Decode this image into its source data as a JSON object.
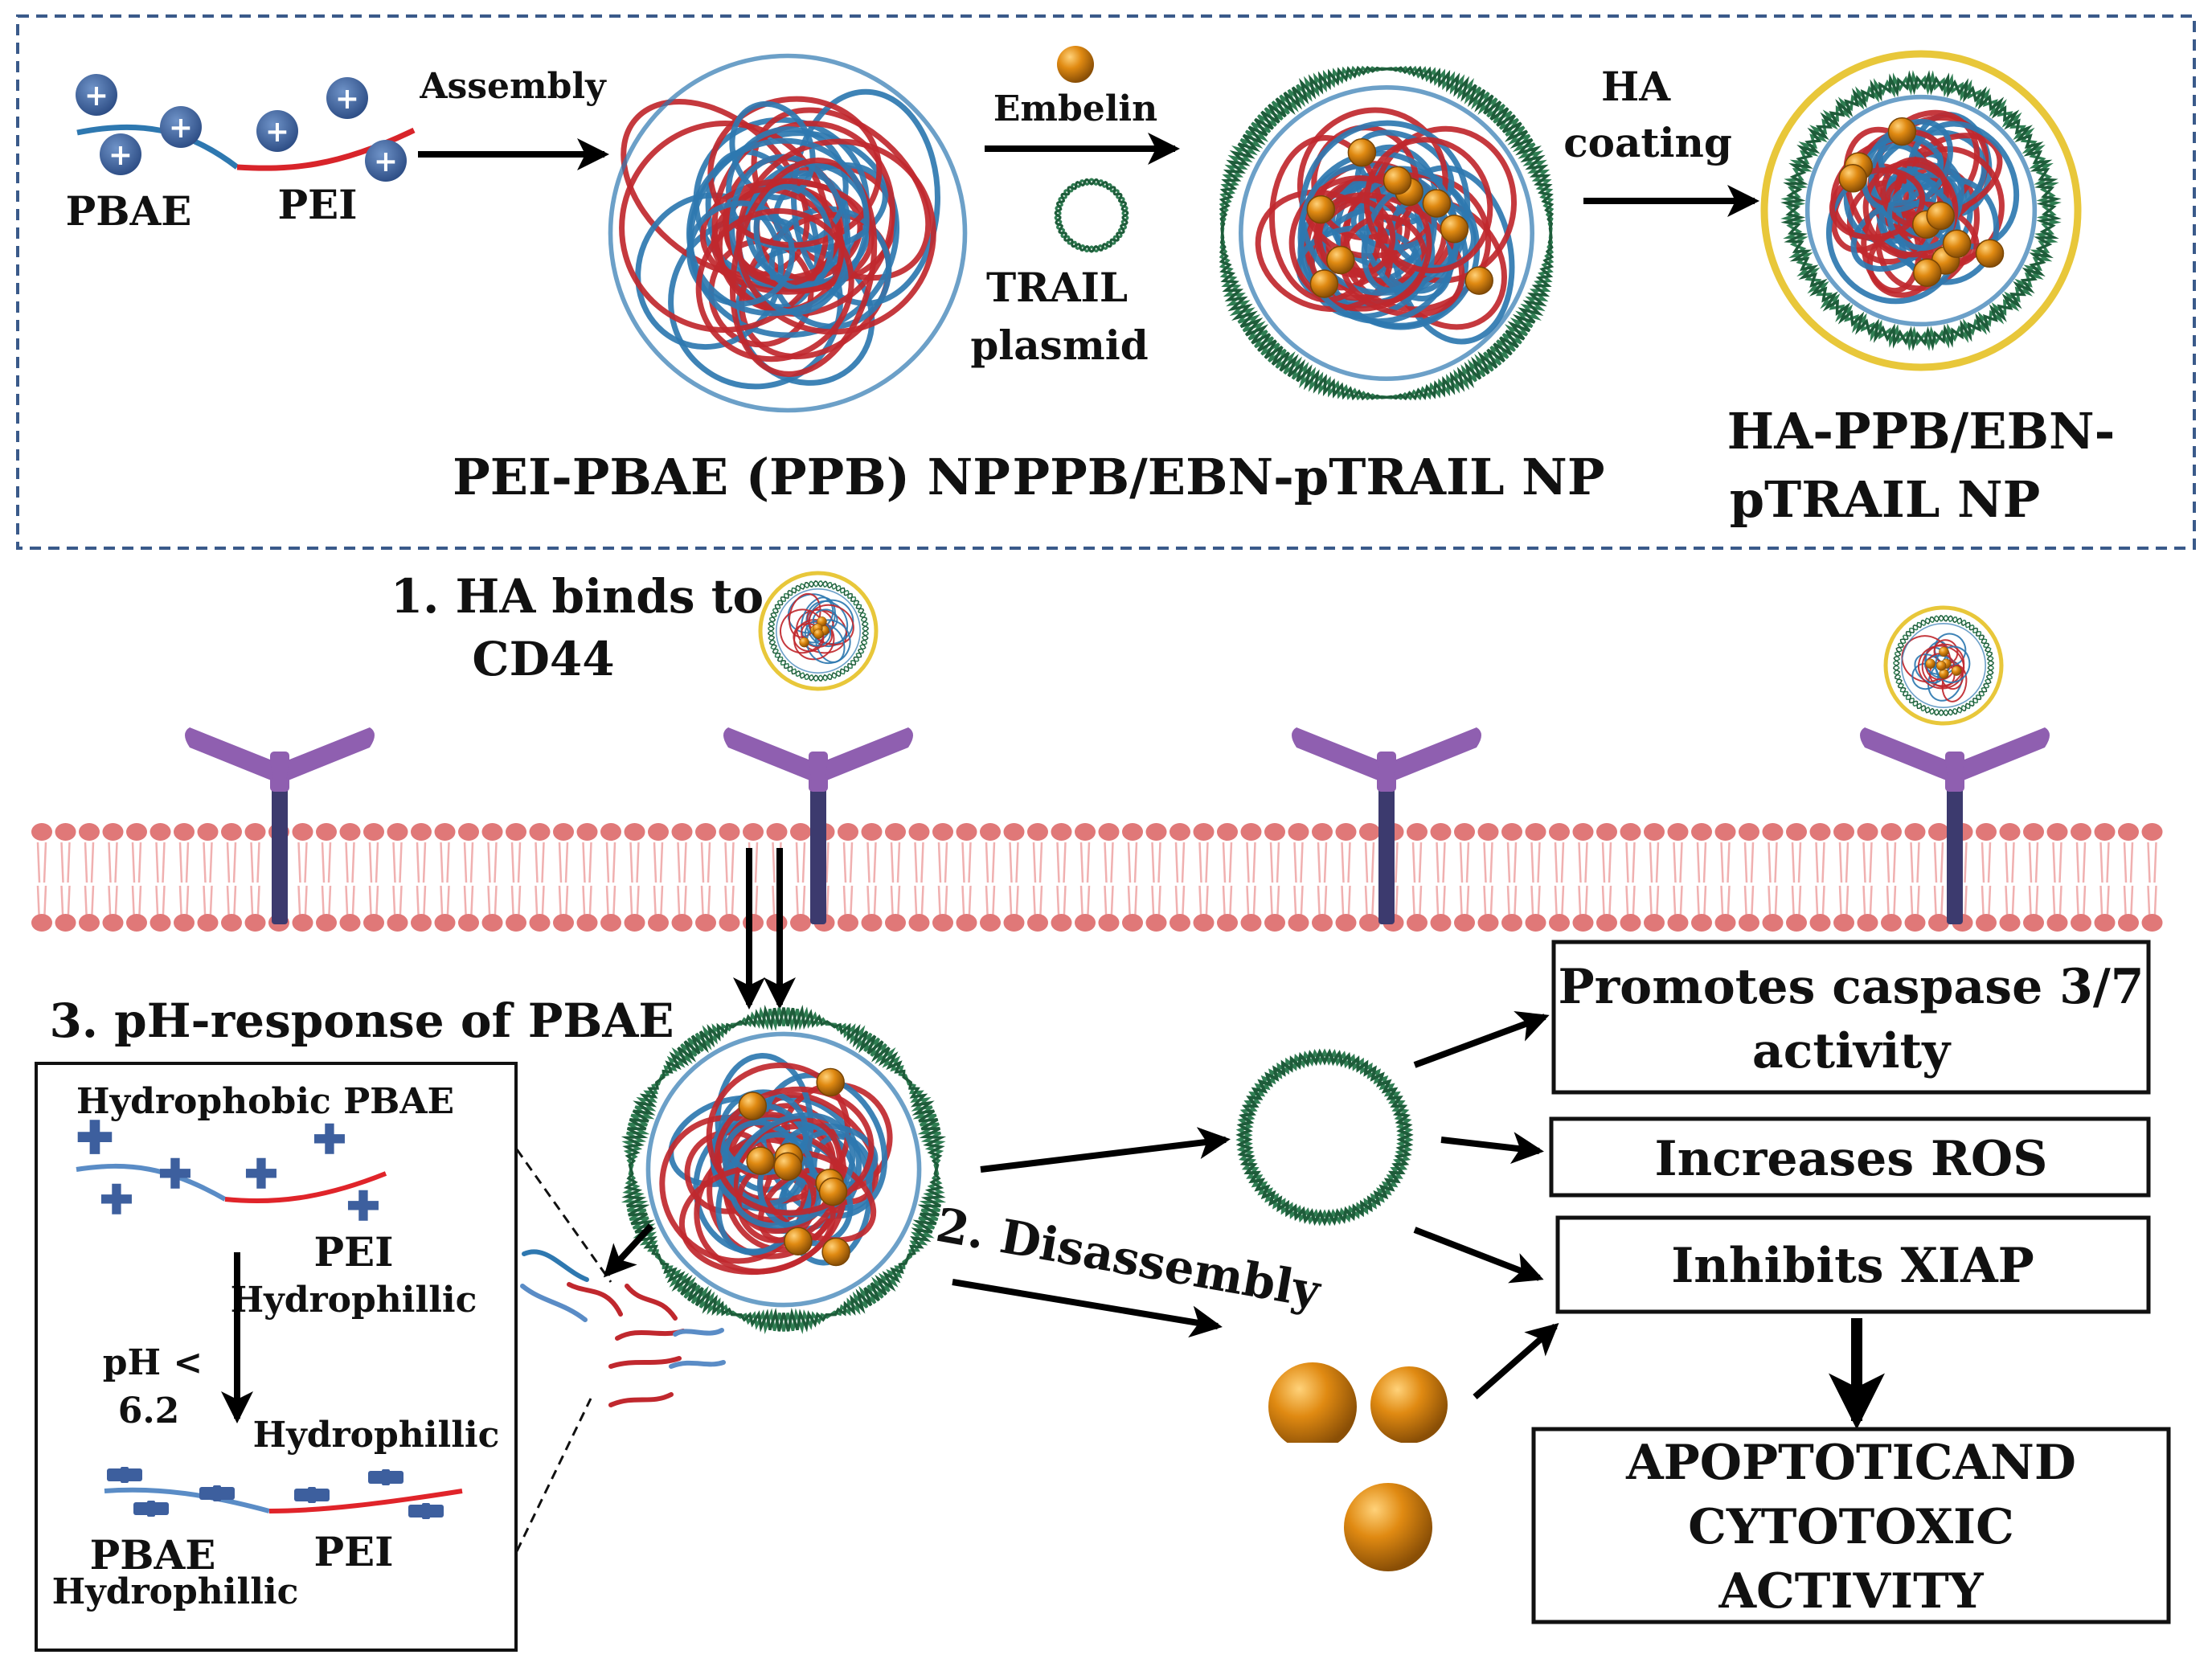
{
  "top_panel": {
    "pbae_label": "PBAE",
    "pei_label": "PEI",
    "assembly_label": "Assembly",
    "embelin_label": "Embelin",
    "trail_label_1": "TRAIL",
    "trail_label_2": "plasmid",
    "ha_coating_label_1": "HA",
    "ha_coating_label_2": "coating",
    "ppb_np_label": "PEI-PBAE (PPB) NP",
    "ppb_ebn_label": "PPB/EBN-pTRAIL NP",
    "ha_ppb_label_1": "HA-PPB/EBN-",
    "ha_ppb_label_2": "pTRAIL NP"
  },
  "bottom_panel": {
    "step1_line1": "1. HA binds to",
    "step1_line2": "CD44",
    "step2": "2. Disassembly",
    "step3": "3. pH-response of PBAE",
    "inset": {
      "hydrophobic_pbae": "Hydrophobic  PBAE",
      "pei_top": "PEI",
      "hydrophillic_top": "Hydrophillic",
      "ph_line1": "pH <",
      "ph_line2": "6.2",
      "hydrophillic_mid": "Hydrophillic",
      "pbae_bottom": "PBAE",
      "pei_bottom": "PEI",
      "hydrophillic_bottom": "Hydrophillic"
    },
    "boxes": {
      "caspase_line1": "Promotes caspase 3/7",
      "caspase_line2": "activity",
      "ros": "Increases ROS",
      "xiap": "Inhibits XIAP",
      "apoptotic_line1": "APOPTOTICAND",
      "apoptotic_line2": "CYTOTOXIC",
      "apoptotic_line3": "ACTIVITY"
    }
  },
  "colors": {
    "pbae_blue": "#2e78b0",
    "pei_red": "#c0282e",
    "plasmid_green": "#2f7d52",
    "embelin_orange": "#e08a12",
    "ha_yellow": "#e8c73a",
    "receptor_purple": "#8f5fb0",
    "receptor_stem": "#3c3a6e",
    "membrane_pink": "#e07878",
    "charge_blue": "#3d5f9e",
    "frame_dash": "#3a5a8a"
  },
  "icons": {
    "positive_charge": "plus-circle-icon",
    "negative_charge": "minus-icon",
    "receptor": "cd44-receptor-icon",
    "nanoparticle": "nanoparticle-icon",
    "plasmid": "plasmid-ring-icon",
    "embelin": "embelin-sphere-icon"
  }
}
